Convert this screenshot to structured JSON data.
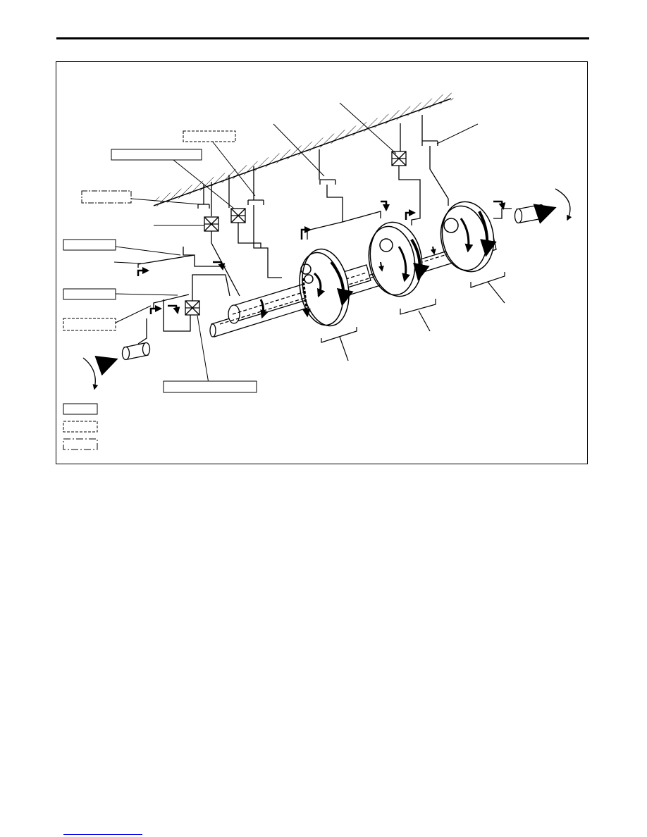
{
  "figure": {
    "component_callouts": [
      {
        "id": "c1",
        "text": ""
      },
      {
        "id": "c2",
        "text": ""
      },
      {
        "id": "c3",
        "text": ""
      },
      {
        "id": "c4",
        "text": ""
      },
      {
        "id": "c5",
        "text": ""
      },
      {
        "id": "c6",
        "text": ""
      },
      {
        "id": "c7",
        "text": ""
      }
    ],
    "legend": [
      {
        "style": "solid",
        "text": ""
      },
      {
        "style": "dashed",
        "text": ""
      },
      {
        "style": "dash-dot",
        "text": ""
      }
    ],
    "arrows": [
      "input-rotation-arrow",
      "output-rotation-arrow"
    ],
    "gearset_groups": 3
  },
  "footer": {
    "link_text": ""
  }
}
